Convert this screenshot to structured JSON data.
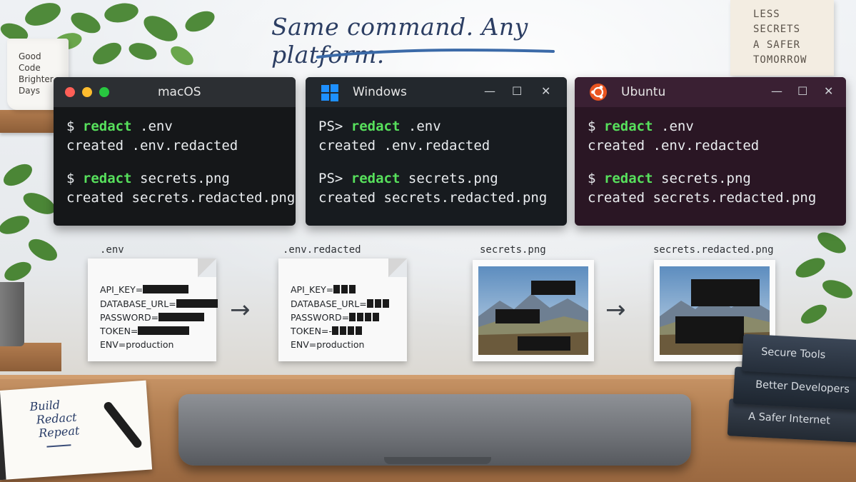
{
  "headline": "Same command. Any platform.",
  "sign": [
    "LESS",
    "SECRETS",
    "A SAFER",
    "TOMORROW"
  ],
  "mug": [
    "Good",
    "Code",
    "Brighter",
    "Days"
  ],
  "terminals": {
    "mac": {
      "title": "macOS",
      "prompt": "$",
      "cmd": "redact",
      "lines": [
        {
          "arg": ".env"
        },
        {
          "out": "created .env.redacted"
        },
        {
          "arg": "secrets.png"
        },
        {
          "out": "created secrets.redacted.png"
        }
      ]
    },
    "win": {
      "title": "Windows",
      "prompt": "PS>",
      "cmd": "redact",
      "lines": [
        {
          "arg": ".env"
        },
        {
          "out": "created .env.redacted"
        },
        {
          "arg": "secrets.png"
        },
        {
          "out": "created secrets.redacted.png"
        }
      ]
    },
    "ubu": {
      "title": "Ubuntu",
      "prompt": "$",
      "cmd": "redact",
      "lines": [
        {
          "arg": ".env"
        },
        {
          "out": "created .env.redacted"
        },
        {
          "arg": "secrets.png"
        },
        {
          "out": "created secrets.redacted.png"
        }
      ]
    }
  },
  "window_controls": {
    "minimize": "—",
    "maximize": "☐",
    "close": "✕"
  },
  "files": {
    "env_label": ".env",
    "env_keys": [
      "API_KEY=",
      "DATABASE_URL=",
      "PASSWORD=",
      "TOKEN=",
      "ENV=production"
    ],
    "redacted_label": ".env.redacted",
    "redacted_keys": [
      "API_KEY=",
      "DATABASE_URL=",
      "PASSWORD=",
      "TOKEN=-",
      "ENV=production"
    ],
    "png_label": "secrets.png",
    "png_redacted_label": "secrets.redacted.png",
    "arrow": "→"
  },
  "notebook": [
    "Build",
    "Redact",
    "Repeat"
  ],
  "books": [
    "Secure Tools",
    "Better Developers",
    "A Safer Internet"
  ],
  "colors": {
    "command_green": "#57e05c",
    "mac_red": "#ff5f57",
    "mac_yellow": "#febc2e",
    "mac_green": "#28c840",
    "windows_blue": "#1e90ff",
    "ubuntu_orange": "#e95420"
  }
}
